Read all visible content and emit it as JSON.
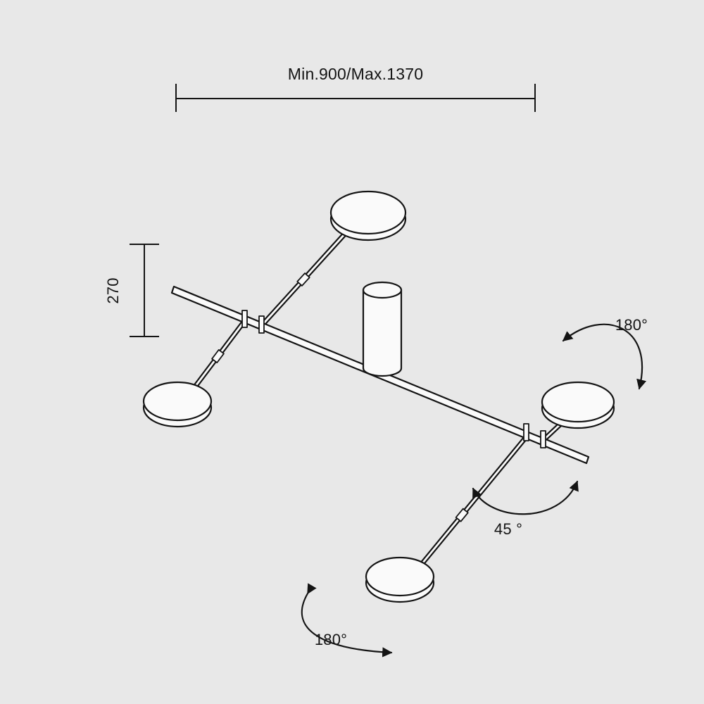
{
  "canvas": {
    "background_color": "#e8e8e8",
    "line_color": "#141414",
    "fill_color": "#fafafa"
  },
  "dimensions": {
    "width_label": "Min.900/Max.1370",
    "height_label": "270"
  },
  "rotation_labels": {
    "top_right": "180°",
    "middle": "45 °",
    "bottom_left": "180°"
  }
}
